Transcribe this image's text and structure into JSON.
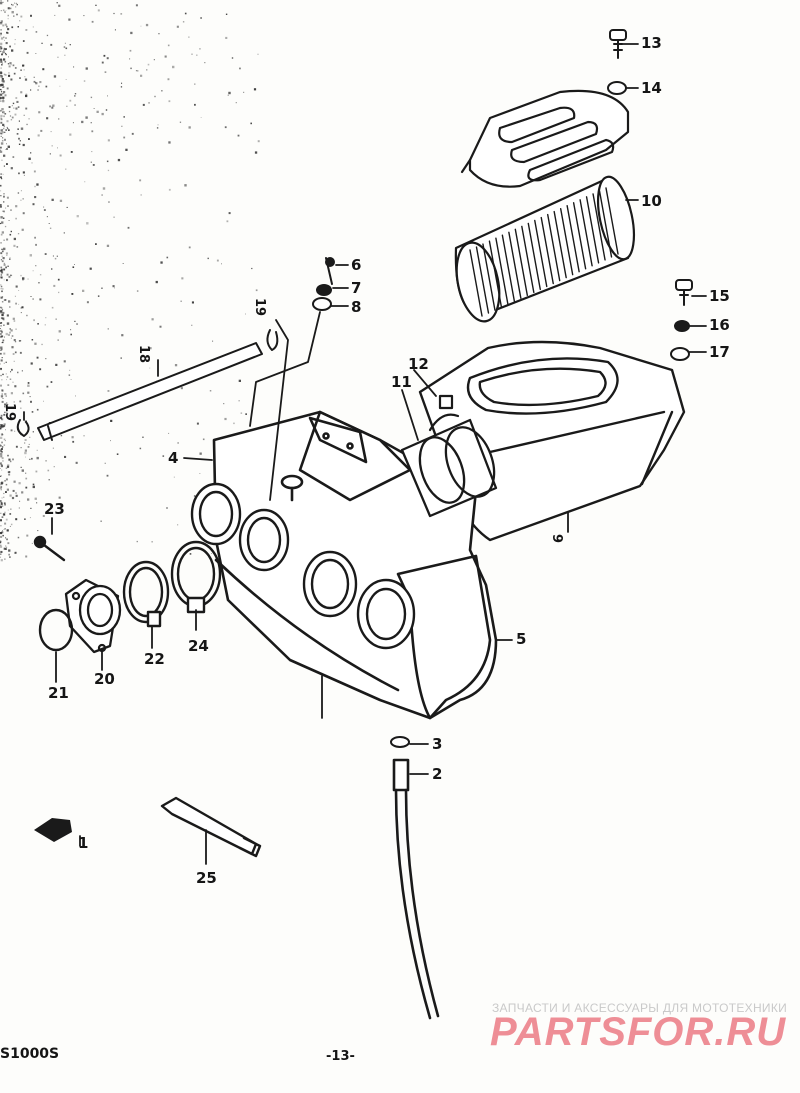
{
  "diagram": {
    "callouts": [
      {
        "id": "p13",
        "text": "13"
      },
      {
        "id": "p14",
        "text": "14"
      },
      {
        "id": "p10",
        "text": "10"
      },
      {
        "id": "p15",
        "text": "15"
      },
      {
        "id": "p16",
        "text": "16"
      },
      {
        "id": "p17",
        "text": "17"
      },
      {
        "id": "p6",
        "text": "6"
      },
      {
        "id": "p7",
        "text": "7"
      },
      {
        "id": "p8",
        "text": "8"
      },
      {
        "id": "p19a",
        "text": "19"
      },
      {
        "id": "p18",
        "text": "18"
      },
      {
        "id": "p19b",
        "text": "19"
      },
      {
        "id": "p12",
        "text": "12"
      },
      {
        "id": "p11",
        "text": "11"
      },
      {
        "id": "p4",
        "text": "4"
      },
      {
        "id": "p9",
        "text": "9"
      },
      {
        "id": "p23",
        "text": "23"
      },
      {
        "id": "p5",
        "text": "5"
      },
      {
        "id": "p22",
        "text": "22"
      },
      {
        "id": "p24",
        "text": "24"
      },
      {
        "id": "p20",
        "text": "20"
      },
      {
        "id": "p21",
        "text": "21"
      },
      {
        "id": "p1",
        "text": "1"
      },
      {
        "id": "p3",
        "text": "3"
      },
      {
        "id": "p2",
        "text": "2"
      },
      {
        "id": "p25",
        "text": "25"
      }
    ],
    "model_code": "S1000S",
    "page_number": "-13-"
  },
  "watermark": {
    "tagline": "ЗАПЧАСТИ И АКСЕССУАРЫ ДЛЯ МОТОТЕХНИКИ",
    "brand": "PARTSFOR.RU"
  },
  "colors": {
    "ink": "#1a1a1a",
    "paper": "#fdfdfb",
    "watermark_brand": "#ee8e96",
    "watermark_text": "#c9c9c9"
  }
}
